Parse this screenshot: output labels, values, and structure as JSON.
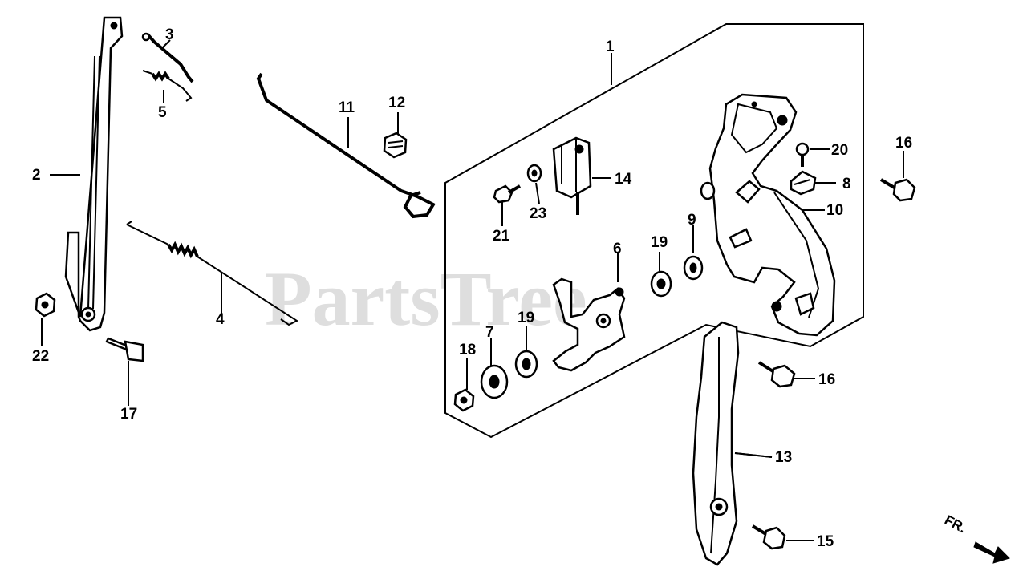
{
  "watermark": "PartsTree",
  "direction_label": "FR.",
  "callouts": [
    {
      "id": "c1",
      "label": "1"
    },
    {
      "id": "c2",
      "label": "2"
    },
    {
      "id": "c3",
      "label": "3"
    },
    {
      "id": "c4",
      "label": "4"
    },
    {
      "id": "c5",
      "label": "5"
    },
    {
      "id": "c6",
      "label": "6"
    },
    {
      "id": "c7",
      "label": "7"
    },
    {
      "id": "c8",
      "label": "8"
    },
    {
      "id": "c9",
      "label": "9"
    },
    {
      "id": "c10",
      "label": "10"
    },
    {
      "id": "c11",
      "label": "11"
    },
    {
      "id": "c12",
      "label": "12"
    },
    {
      "id": "c13",
      "label": "13"
    },
    {
      "id": "c14",
      "label": "14"
    },
    {
      "id": "c15",
      "label": "15"
    },
    {
      "id": "c16a",
      "label": "16"
    },
    {
      "id": "c16b",
      "label": "16"
    },
    {
      "id": "c17",
      "label": "17"
    },
    {
      "id": "c18",
      "label": "18"
    },
    {
      "id": "c19a",
      "label": "19"
    },
    {
      "id": "c19b",
      "label": "19"
    },
    {
      "id": "c20",
      "label": "20"
    },
    {
      "id": "c21",
      "label": "21"
    },
    {
      "id": "c22",
      "label": "22"
    },
    {
      "id": "c23",
      "label": "23"
    }
  ]
}
